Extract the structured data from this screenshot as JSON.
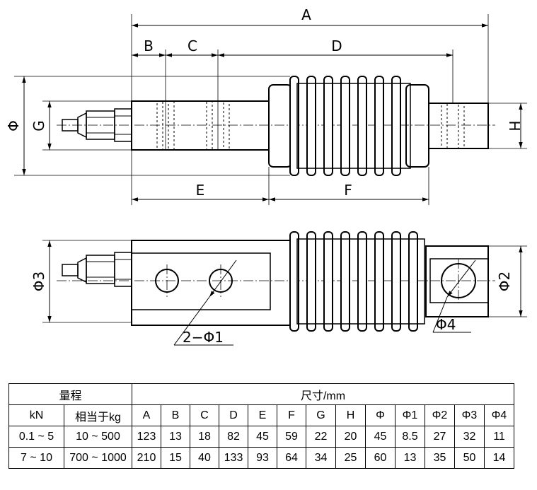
{
  "drawing": {
    "dim_labels": {
      "A": "A",
      "B": "B",
      "C": "C",
      "D": "D",
      "E": "E",
      "F": "F",
      "G": "G",
      "H": "H",
      "phi": "Φ",
      "phi2": "Φ2",
      "phi3": "Φ3",
      "phi4": "Φ4",
      "holes": "2−Φ1"
    }
  },
  "table": {
    "group_range": "量程",
    "group_size": "尺寸/mm",
    "header": [
      "kN",
      "相当于kg",
      "A",
      "B",
      "C",
      "D",
      "E",
      "F",
      "G",
      "H",
      "Φ",
      "Φ1",
      "Φ2",
      "Φ3",
      "Φ4"
    ],
    "rows": [
      [
        "0.1 ~ 5",
        "10 ~ 500",
        "123",
        "13",
        "18",
        "82",
        "45",
        "59",
        "22",
        "20",
        "45",
        "8.5",
        "27",
        "32",
        "11"
      ],
      [
        "7 ~ 10",
        "700 ~ 1000",
        "210",
        "15",
        "40",
        "133",
        "93",
        "64",
        "34",
        "25",
        "60",
        "13",
        "35",
        "50",
        "14"
      ]
    ]
  }
}
